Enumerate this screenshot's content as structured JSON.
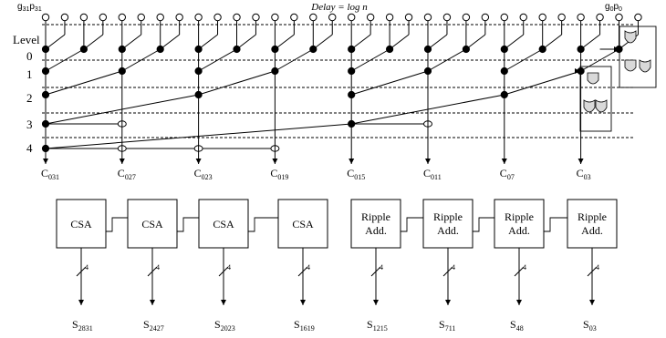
{
  "title": "Delay = log n",
  "top_left_label": {
    "main": "g",
    "sub1": "31",
    "mid": "p",
    "sub2": "31"
  },
  "top_right_label": {
    "main": "g",
    "sub1": "0",
    "mid": "p",
    "sub2": "0"
  },
  "level_header": "Level",
  "levels": [
    "0",
    "1",
    "2",
    "3",
    "4"
  ],
  "carries": [
    {
      "base": "C",
      "sub": "031"
    },
    {
      "base": "C",
      "sub": "027"
    },
    {
      "base": "C",
      "sub": "023"
    },
    {
      "base": "C",
      "sub": "019"
    },
    {
      "base": "C",
      "sub": "015"
    },
    {
      "base": "C",
      "sub": "011"
    },
    {
      "base": "C",
      "sub": "07"
    },
    {
      "base": "C",
      "sub": "03"
    }
  ],
  "adders": [
    {
      "line1": "CSA",
      "line2": ""
    },
    {
      "line1": "CSA",
      "line2": ""
    },
    {
      "line1": "CSA",
      "line2": ""
    },
    {
      "line1": "CSA",
      "line2": ""
    },
    {
      "line1": "Ripple",
      "line2": "Add."
    },
    {
      "line1": "Ripple",
      "line2": "Add."
    },
    {
      "line1": "Ripple",
      "line2": "Add."
    },
    {
      "line1": "Ripple",
      "line2": "Add."
    }
  ],
  "bus_width": "4",
  "sums": [
    {
      "base": "S",
      "sub": "2831"
    },
    {
      "base": "S",
      "sub": "2427"
    },
    {
      "base": "S",
      "sub": "2023"
    },
    {
      "base": "S",
      "sub": "1619"
    },
    {
      "base": "S",
      "sub": "1215"
    },
    {
      "base": "S",
      "sub": "711"
    },
    {
      "base": "S",
      "sub": "48"
    },
    {
      "base": "S",
      "sub": "03"
    }
  ]
}
